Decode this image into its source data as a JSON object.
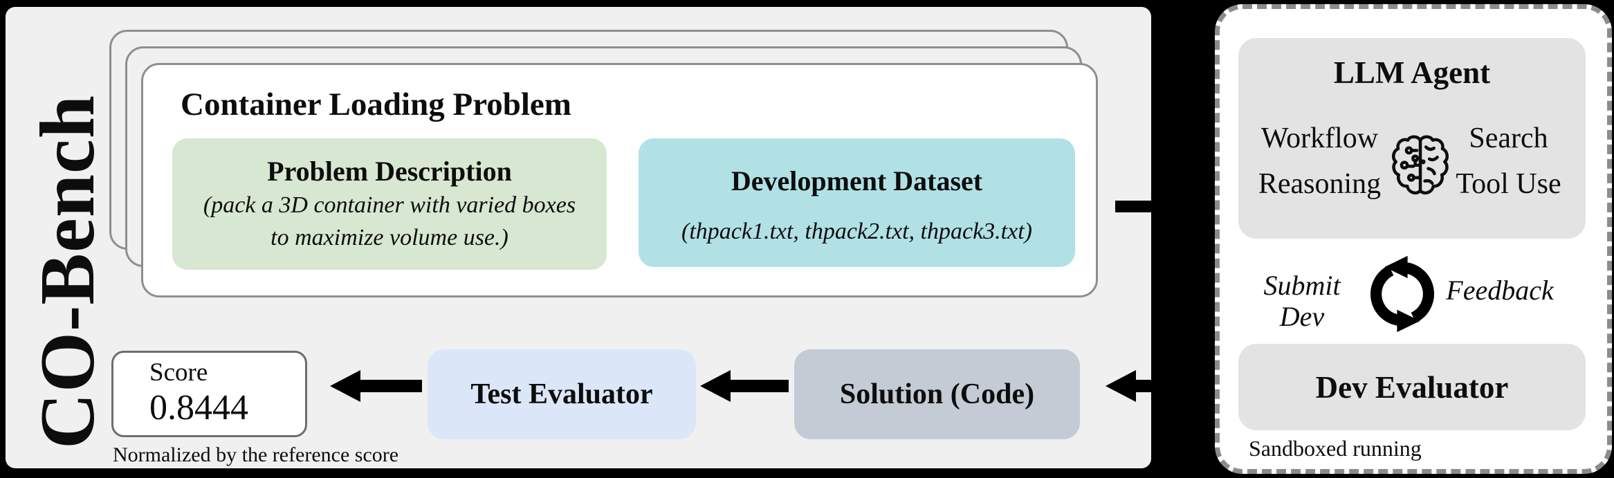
{
  "colors": {
    "background": "#000000",
    "panel_gray": "#f0f0f0",
    "card_white": "#ffffff",
    "card_border": "#8e8e8e",
    "problem_green": "#d7e7d1",
    "dataset_teal": "#b1e1e5",
    "test_blue": "#dce6f9",
    "solution_slate": "#c3ccd4",
    "agent_gray": "#e3e3e3",
    "dashed_border": "#8c8c8c",
    "arrow_black": "#000000"
  },
  "left_panel": {
    "brand": "CO-Bench",
    "card": {
      "title": "Container Loading Problem",
      "problem_box": {
        "title": "Problem Description",
        "subtitle_lines": [
          "(pack a 3D container with varied boxes",
          "to maximize volume use.)"
        ]
      },
      "dataset_box": {
        "title": "Development Dataset",
        "subtitle": "(thpack1.txt, thpack2.txt, thpack3.txt)"
      }
    },
    "score_box": {
      "label": "Score",
      "value": "0.8444"
    },
    "score_caption": "Normalized by the reference score",
    "test_evaluator_label": "Test Evaluator",
    "solution_label": "Solution (Code)"
  },
  "right_panel": {
    "llm_agent": {
      "title": "LLM Agent",
      "icon": "brain-icon",
      "capabilities": [
        "Workflow",
        "Reasoning",
        "Search",
        "Tool Use"
      ]
    },
    "loop": {
      "icon": "cycle-arrows-icon",
      "submit_line1": "Submit",
      "submit_line2": "Dev",
      "feedback_label": "Feedback"
    },
    "dev_evaluator_label": "Dev Evaluator",
    "footer": "Sandboxed running"
  }
}
